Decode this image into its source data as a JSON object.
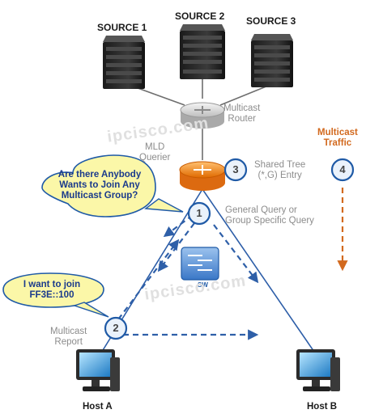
{
  "sources": [
    "SOURCE 1",
    "SOURCE 2",
    "SOURCE 3"
  ],
  "multicast_router": [
    "Multicast",
    "Router"
  ],
  "mld_querier": [
    "MLD",
    "Querier"
  ],
  "shared_tree": [
    "Shared Tree",
    "(*,G) Entry"
  ],
  "general_query": [
    "General Query or",
    "Group Specific Query"
  ],
  "multicast_traffic": [
    "Multicast",
    "Traffic"
  ],
  "multicast_report": [
    "Multicast",
    "Report"
  ],
  "bubble_query": [
    "Are there Anybody",
    "Wants to Join Any",
    "Multicast Group?"
  ],
  "bubble_join": [
    "I want to join",
    "FF3E::100"
  ],
  "steps": [
    "1",
    "2",
    "3",
    "4"
  ],
  "hosts": [
    "Host A",
    "Host B"
  ],
  "watermark": "ipcisco.com",
  "switch_badge": "SW",
  "colors": {
    "step_blue": "#1f5aa6",
    "arrow_blue": "#2e5fa8",
    "traffic_orange": "#d2691e",
    "bubble_fill": "#fbf7a8",
    "router_orange": "#f08a1c"
  }
}
